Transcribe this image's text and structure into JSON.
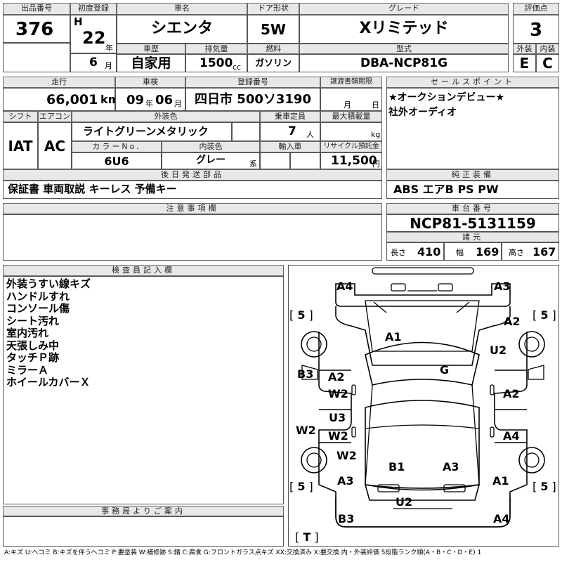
{
  "header": {
    "lot_label": "出品番号",
    "lot_number": "376",
    "first_reg_label": "初度登録",
    "era": "H",
    "year": "22",
    "year_unit": "年",
    "month": "6",
    "month_unit": "月",
    "model_name_label": "車名",
    "model_name": "シエンタ",
    "door_label": "ドア形状",
    "door": "5W",
    "grade_label": "グレード",
    "grade": "Xリミテッド",
    "score_label": "評価点",
    "score": "3",
    "history_label": "車歴",
    "history": "自家用",
    "displacement_label": "排気量",
    "displacement": "1500",
    "displacement_unit": "cc",
    "fuel_label": "燃料",
    "fuel": "ガソリン",
    "type_label": "型式",
    "type": "DBA-NCP81G",
    "exterior_label": "外装",
    "exterior": "E",
    "interior_label": "内装",
    "interior": "C"
  },
  "row2": {
    "mileage_label": "走行",
    "mileage": "66,001",
    "mileage_unit": "km",
    "inspection_label": "車検",
    "insp_year": "09",
    "insp_year_unit": "年",
    "insp_month": "06",
    "insp_month_unit": "月",
    "reg_label": "登録番号",
    "reg": "四日市 500ソ3190",
    "transfer_label": "譲渡書類期限",
    "transfer_month_unit": "月",
    "transfer_day_unit": "日",
    "shift_label": "シフト",
    "shift": "IAT",
    "ac_label": "エアコン",
    "ac": "AC",
    "color_label": "外装色",
    "color": "ライトグリーンメタリック",
    "capacity_label": "乗車定員",
    "capacity": "7",
    "capacity_unit": "人",
    "load_label": "最大積載量",
    "load_unit": "kg",
    "color_no_label": "カラーNo.",
    "color_no": "6U6",
    "int_color_label": "内装色",
    "int_color": "グレー",
    "int_color_unit": "系",
    "import_label": "輸入車",
    "recycle_label": "リサイクル預託金",
    "recycle": "11,500",
    "recycle_unit": "円"
  },
  "sales_points": {
    "label": "セールスポイント",
    "lines": [
      "★オークションデビュー★",
      "社外オーディオ"
    ]
  },
  "later_parts": {
    "label": "後日発送部品",
    "value": "保証書 車両取説 キーレス 予備キー"
  },
  "equipment": {
    "label": "純正装備",
    "value": "ABS エアB PS PW"
  },
  "caution": {
    "label": "注意事項欄",
    "value": ""
  },
  "chassis": {
    "label": "車台番号",
    "value": "NCP81-5131159"
  },
  "dims": {
    "label": "諸元",
    "length_label": "長さ",
    "length": "410",
    "width_label": "幅",
    "width": "169",
    "height_label": "高さ",
    "height": "167"
  },
  "inspector": {
    "label": "検査員記入欄",
    "notes": [
      "外装うすい線キズ",
      "ハンドルすれ",
      "コンソール傷",
      "シート汚れ",
      "室内汚れ",
      "天張しみ中",
      "タッチＰ跡",
      "ミラーＡ",
      "ホイールカバーＸ"
    ]
  },
  "office": {
    "label": "事務局よりご案内",
    "value": ""
  },
  "diagram": {
    "labels": {
      "a4_top": "A4",
      "a3_top": "A3",
      "a2_right": "A2",
      "a1_hood": "A1",
      "u2_right": "U2",
      "g_glass": "G",
      "b3_left": "B3",
      "a2_left_door": "A2",
      "w2_left_door1": "W2",
      "u3_left": "U3",
      "w2_left_door2": "W2",
      "w2_left_fender": "W2",
      "w2_left_rear": "W2",
      "a2_right_door": "A2",
      "a4_right_door": "A4",
      "b1_roof": "B1",
      "a3_roof": "A3",
      "a3_left_rear": "A3",
      "a1_right_rear": "A1",
      "u2_rear": "U2",
      "b3_rear": "B3",
      "a4_rear": "A4"
    },
    "tire_labels": [
      "5",
      "5",
      "5",
      "5"
    ],
    "trunk_label": "T"
  },
  "legend": "A:キズ U:ヘコミ B:キズを伴うヘコミ P:要塗装 W:補修跡 S:錆 C:腐食 G:フロントガラス点キズ XX:交換済み X:要交換 内・外装評価 5段階ランク順(A・B・C・D・E) 1"
}
